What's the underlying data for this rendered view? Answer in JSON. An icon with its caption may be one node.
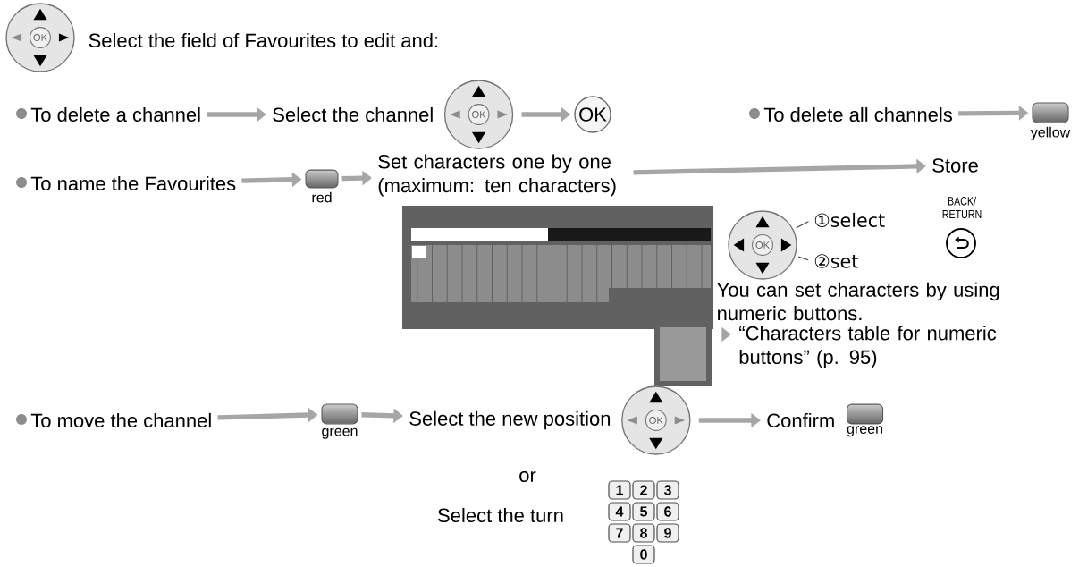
{
  "diagram": {
    "nodes": [
      {
        "text": [
          "To delete a channel"
        ]
      },
      {
        "text": [
          "Select the channel"
        ]
      },
      {
        "text": [
          "OK"
        ]
      },
      {
        "text": [
          "To delete all channels"
        ]
      },
      {
        "text": [],
        "shape": "box",
        "beside": [
          "yellow"
        ]
      },
      {
        "text": [
          "To name the Favourites"
        ]
      },
      {
        "text": [],
        "shape": "box",
        "beside": [
          "red"
        ]
      },
      {
        "text": [
          "Set characters one by one (maximum: ten characters)"
        ]
      },
      {
        "text": [
          "Store"
        ]
      },
      {
        "text": [],
        "shape": "circle"
      },
      {
        "text": [
          "①select"
        ]
      },
      {
        "text": [
          "②set"
        ]
      },
      {
        "text": [
          "“Characters table for numeric buttons” (p. 95)"
        ]
      },
      {
        "text": [
          "To move the channel"
        ]
      },
      {
        "text": [],
        "shape": "box",
        "beside": [
          "green"
        ]
      },
      {
        "text": [
          "Select the new position"
        ]
      },
      {
        "text": [
          "Confirm"
        ],
        "beside": [
          "green"
        ]
      }
    ],
    "edges": [
      {
        "from": 0,
        "to": 1,
        "arrow": "to"
      },
      {
        "from": 1,
        "to": 2,
        "arrow": "to"
      },
      {
        "from": 3,
        "to": 4,
        "arrow": "to"
      },
      {
        "from": 5,
        "to": 6,
        "arrow": "to"
      },
      {
        "from": 6,
        "to": 7,
        "arrow": "to"
      },
      {
        "from": 7,
        "to": 8,
        "arrow": "to"
      },
      {
        "from": 10,
        "to": 9,
        "arrow": "none",
        "color": "#404040"
      },
      {
        "from": 11,
        "to": 9,
        "arrow": "none",
        "color": "#404040"
      },
      {
        "from": null,
        "to": 12,
        "arrow": "to"
      },
      {
        "from": 13,
        "to": 14,
        "arrow": "to"
      },
      {
        "from": 14,
        "to": 15,
        "arrow": "to"
      },
      {
        "from": 15,
        "to": 16,
        "arrow": "to"
      }
    ],
    "labels": [
      "Select the field of Favourites to edit and:",
      "OK",
      "OK",
      "BACK/ RETURN",
      "OK",
      "You can set characters by using numeric buttons.",
      "OK",
      "or",
      "Select the turn",
      "1",
      "2",
      "3",
      "4",
      "5",
      "6",
      "7",
      "8",
      "9",
      "0"
    ]
  }
}
